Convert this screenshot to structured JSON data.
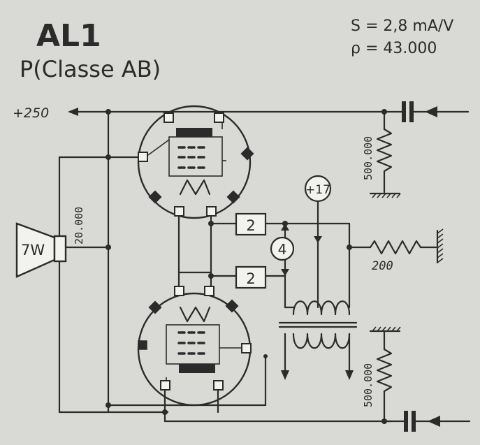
{
  "title": "AL1",
  "subtitle": "P(Classe AB)",
  "specs": {
    "transconductance": "S = 2,8 mA/V",
    "resistance": "ρ = 43.000"
  },
  "supply_label": "+250",
  "speaker_label": "7W",
  "resistors": {
    "speaker_load": "20.000",
    "grid_top": "500.000",
    "grid_bottom": "500.000",
    "cathode": "200"
  },
  "boxes": {
    "screen_top": "2",
    "screen_bottom": "2",
    "center": "4",
    "bias": "+17"
  }
}
